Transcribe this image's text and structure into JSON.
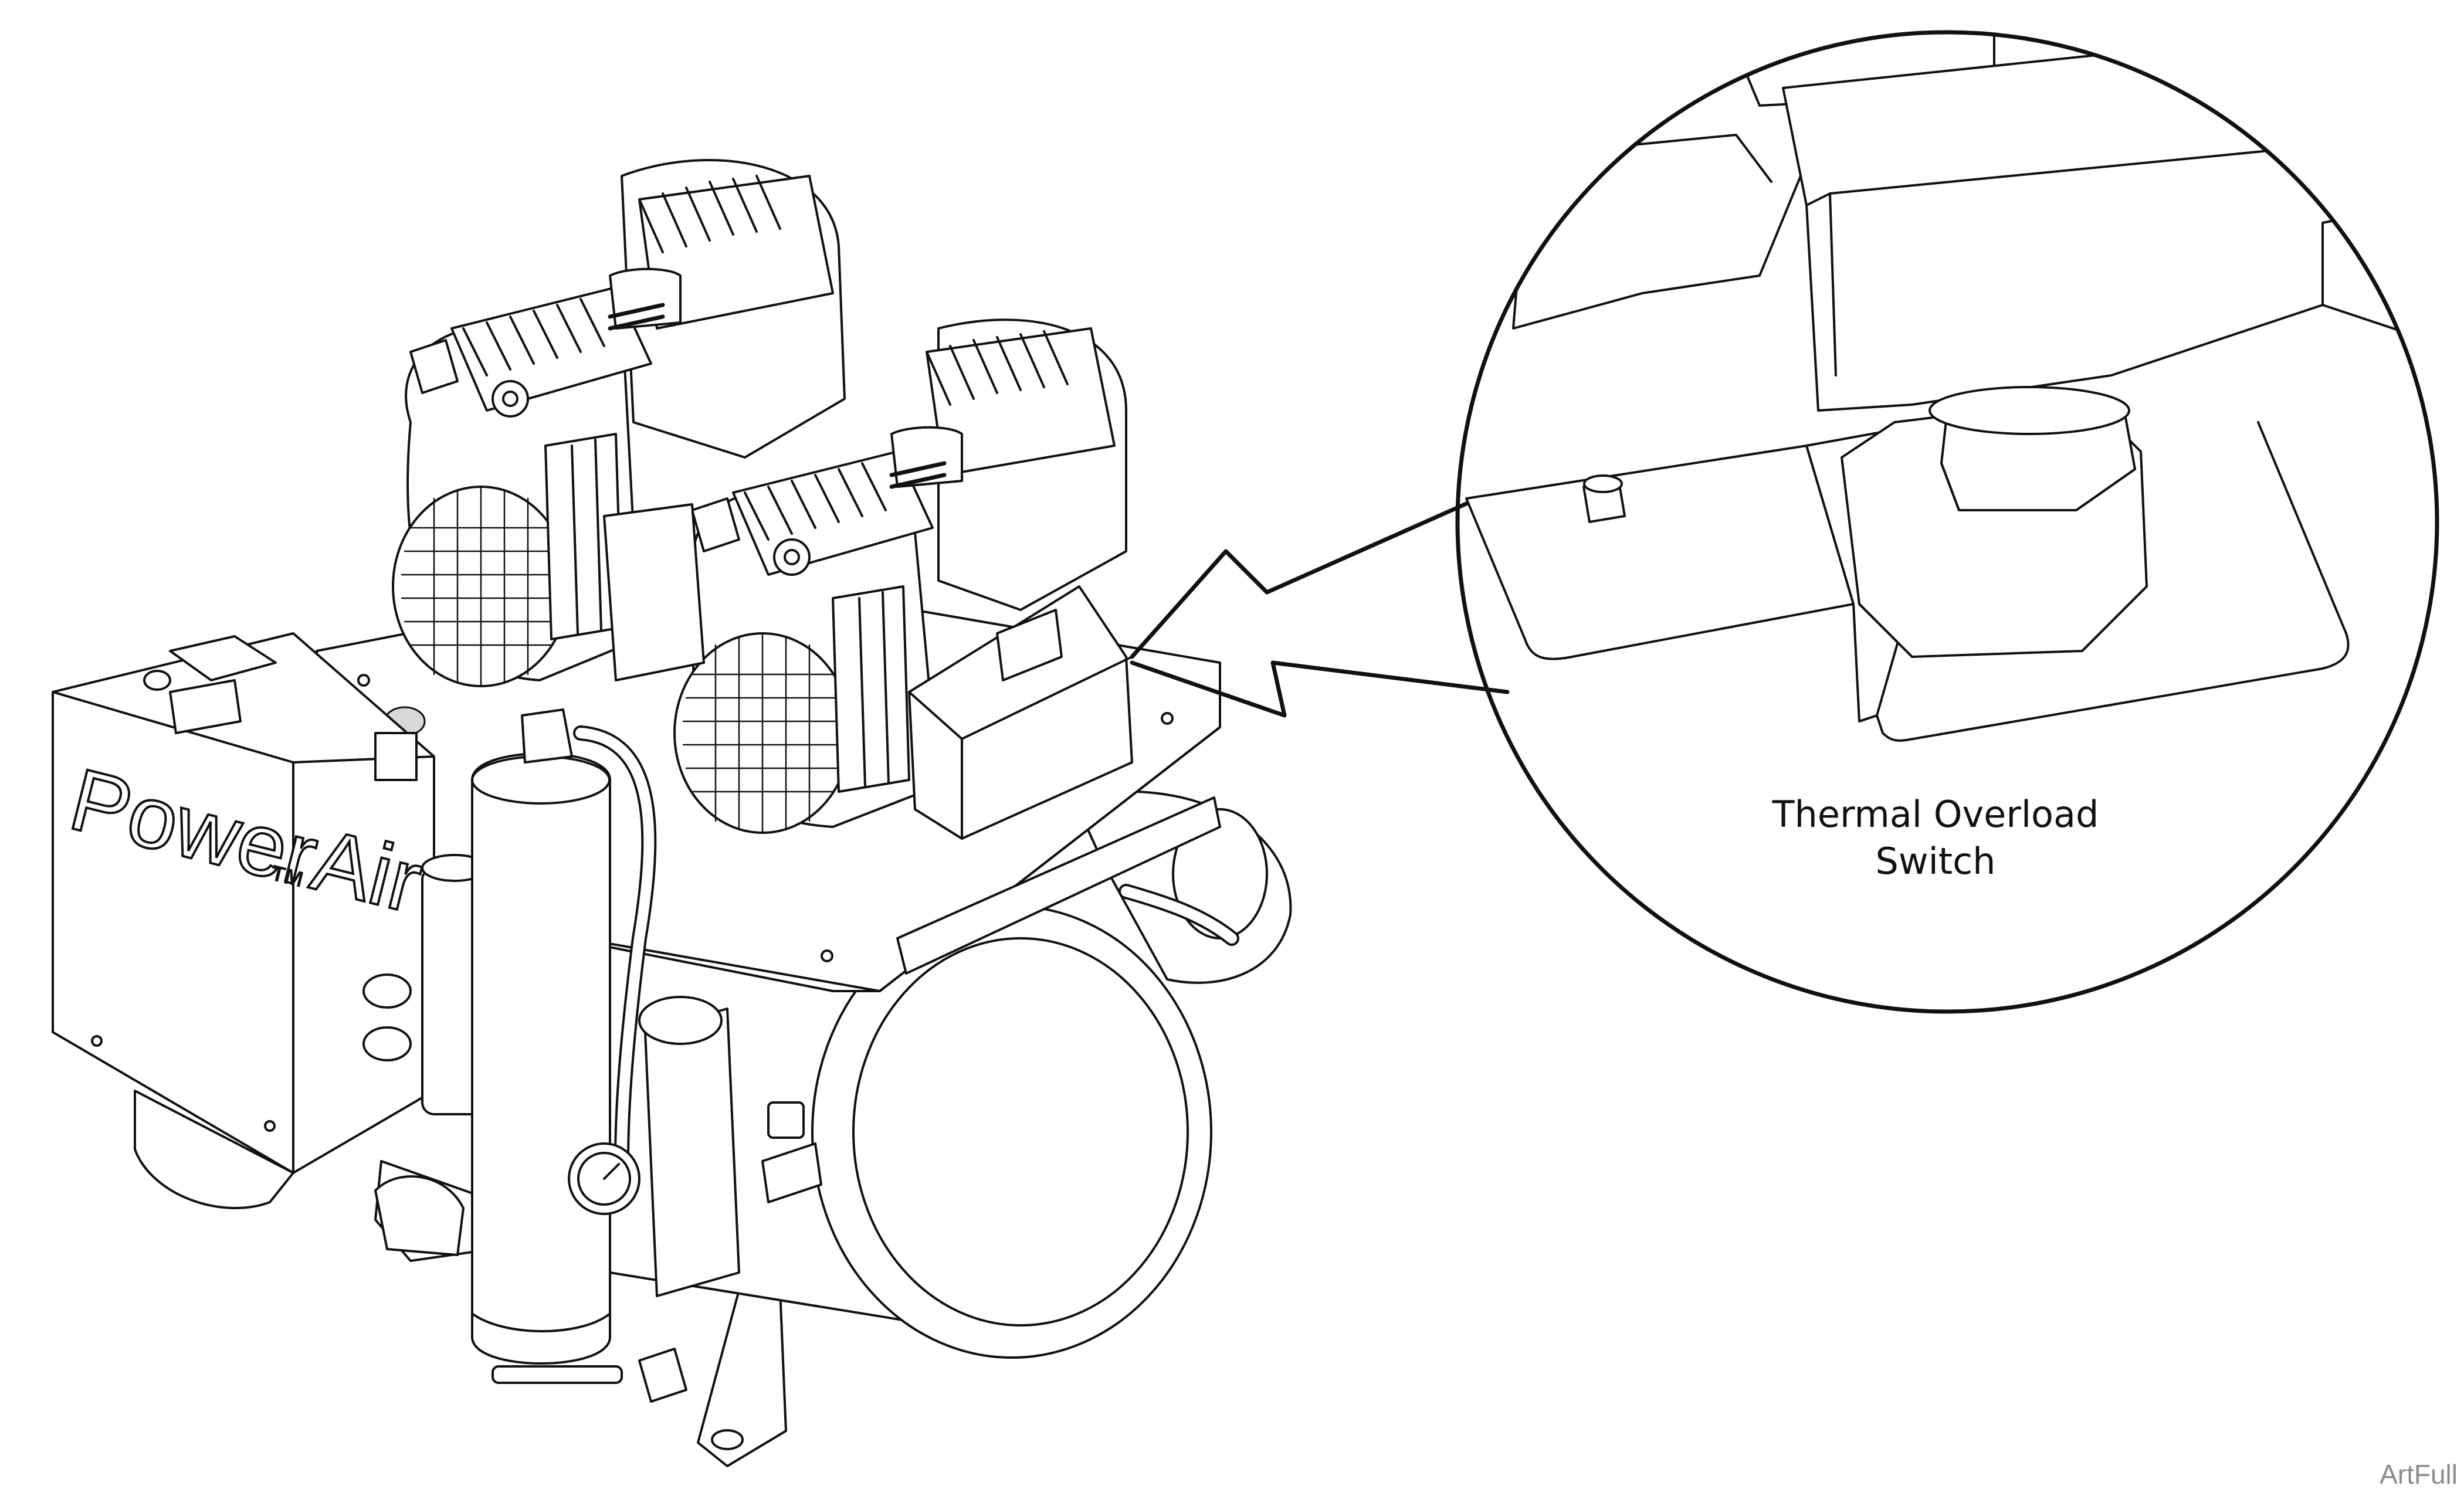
{
  "callout": {
    "line1": "Thermal Overload",
    "line2": "Switch"
  },
  "unit": {
    "brand": "PowerAir",
    "trademark": "TM"
  },
  "credit": "ArtFull"
}
